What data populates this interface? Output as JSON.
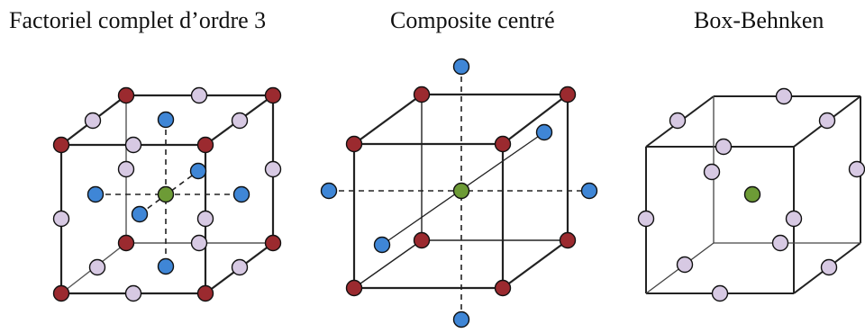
{
  "titles": {
    "factorial": "Factoriel complet d’ordre 3",
    "central_composite": "Composite centré",
    "box_behnken": "Box-Behnken"
  },
  "colors": {
    "corner_point": "#9b2a2f",
    "edge_point": "#d7c9e3",
    "axial_point": "#3f86d6",
    "center_point": "#6d9b36",
    "outline": "#111111",
    "cube_edge": "#222222"
  }
}
